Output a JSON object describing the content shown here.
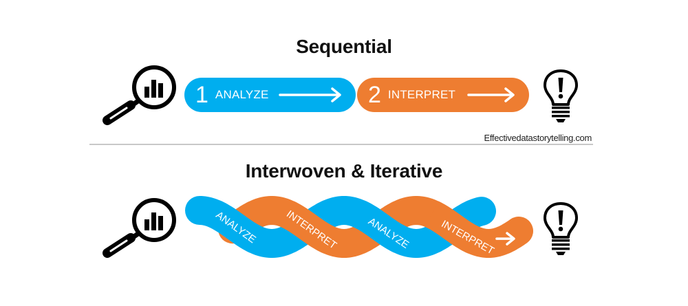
{
  "sequential": {
    "title": "Sequential",
    "steps": [
      {
        "number": "1",
        "label": "ANALYZE",
        "color": "#00aeef"
      },
      {
        "number": "2",
        "label": "INTERPRET",
        "color": "#ee7d31"
      }
    ],
    "start_icon": "magnifier-bar-chart-icon",
    "end_icon": "lightbulb-exclamation-icon"
  },
  "credit": "Effectivedatastorytelling.com",
  "interwoven": {
    "title": "Interwoven & Iterative",
    "band_labels": [
      "ANALYZE",
      "INTERPRET",
      "ANALYZE",
      "INTERPRET"
    ],
    "colors": {
      "analyze": "#00aeef",
      "interpret": "#ee7d31"
    },
    "start_icon": "magnifier-bar-chart-icon",
    "end_icon": "lightbulb-exclamation-icon"
  }
}
